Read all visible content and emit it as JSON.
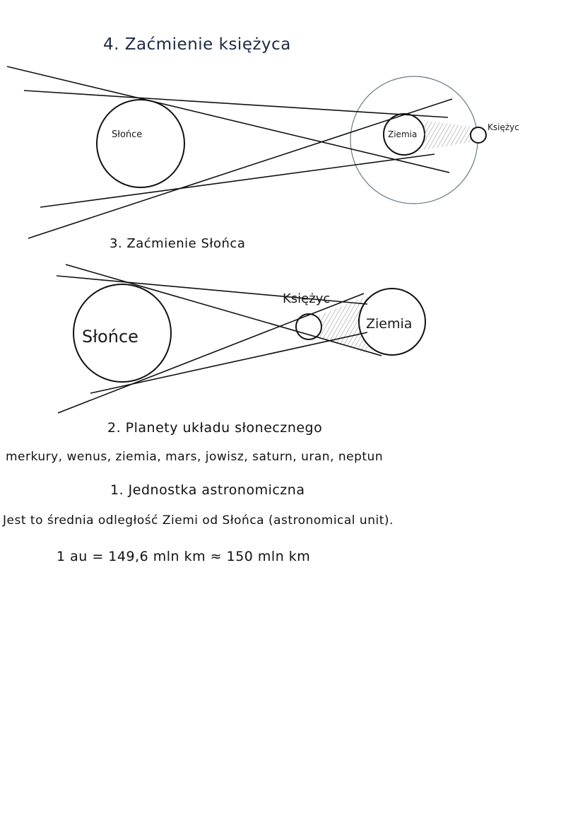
{
  "lunar_eclipse": {
    "title": "4. Zaćmienie księżyca",
    "sun_label": "Słońce",
    "earth_label": "Ziemia",
    "moon_label": "Księżyc"
  },
  "solar_eclipse": {
    "title": "3. Zaćmienie Słońca",
    "sun_label": "Słońce",
    "moon_label": "Księżyc",
    "earth_label": "Ziemia"
  },
  "planets": {
    "title": "2. Planety układu słonecznego",
    "list": "merkury, wenus, ziemia, mars, jowisz, saturn, uran, neptun"
  },
  "astronomical_unit": {
    "title": "1. Jednostka astronomiczna",
    "definition": "Jest to średnia odległość Ziemi od Słońca (astronomical unit).",
    "formula": "1 au = 149,6 mln km ≈ 150 mln km"
  },
  "colors": {
    "ink": "#111111",
    "title_ink": "#1d2a44",
    "orbit_line": "#6b7a86",
    "shading": "#9a9a9a"
  }
}
